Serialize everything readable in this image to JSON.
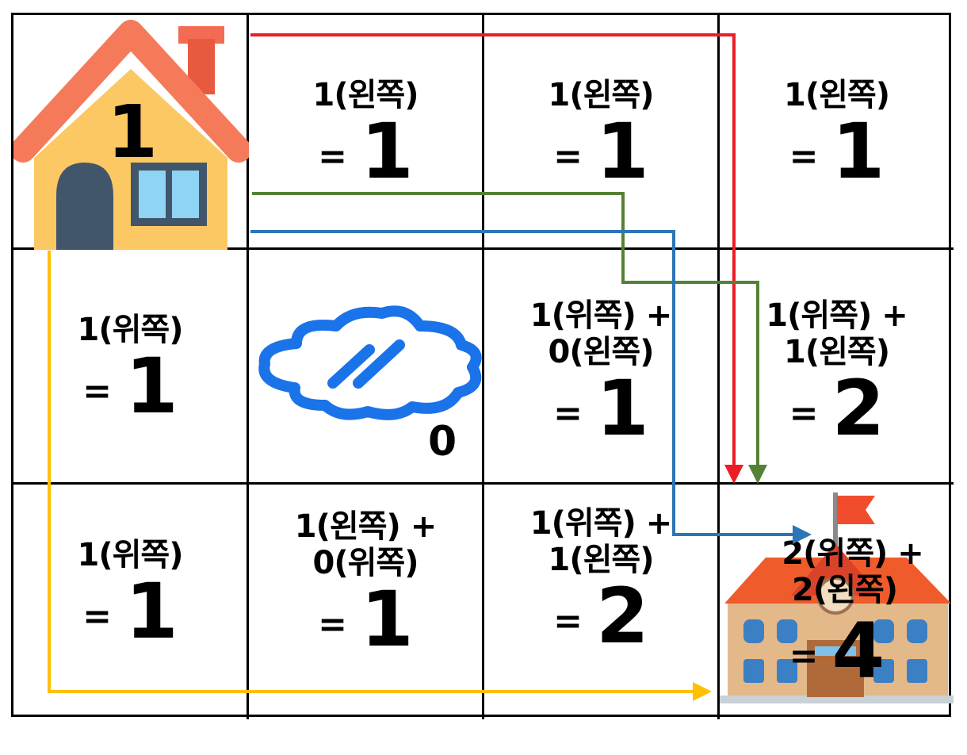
{
  "cells": {
    "home": {
      "value": "1",
      "icon": "house-icon"
    },
    "r0c1": {
      "expr": "1(왼쪽)",
      "result": "1"
    },
    "r0c2": {
      "expr": "1(왼쪽)",
      "result": "1"
    },
    "r0c3": {
      "expr": "1(왼쪽)",
      "result": "1"
    },
    "r1c0": {
      "expr": "1(위쪽)",
      "result": "1"
    },
    "puddle": {
      "value": "0",
      "icon": "puddle-icon"
    },
    "r1c2": {
      "expr1": "1(위쪽) +",
      "expr2": "0(왼쪽)",
      "result": "1"
    },
    "r1c3": {
      "expr1": "1(위쪽) +",
      "expr2": "1(왼쪽)",
      "result": "2"
    },
    "r2c0": {
      "expr": "1(위쪽)",
      "result": "1"
    },
    "r2c1": {
      "expr1": "1(왼쪽) +",
      "expr2": "0(위쪽)",
      "result": "1"
    },
    "r2c2": {
      "expr1": "1(위쪽) +",
      "expr2": "1(왼쪽)",
      "result": "2"
    },
    "school": {
      "expr1": "2(위쪽) +",
      "expr2": "2(왼쪽)",
      "result": "4",
      "icon": "school-icon"
    }
  },
  "equals": "=",
  "colors": {
    "red": "#ee1c25",
    "green": "#548235",
    "blue": "#2e75b6",
    "yellow": "#ffc000"
  }
}
